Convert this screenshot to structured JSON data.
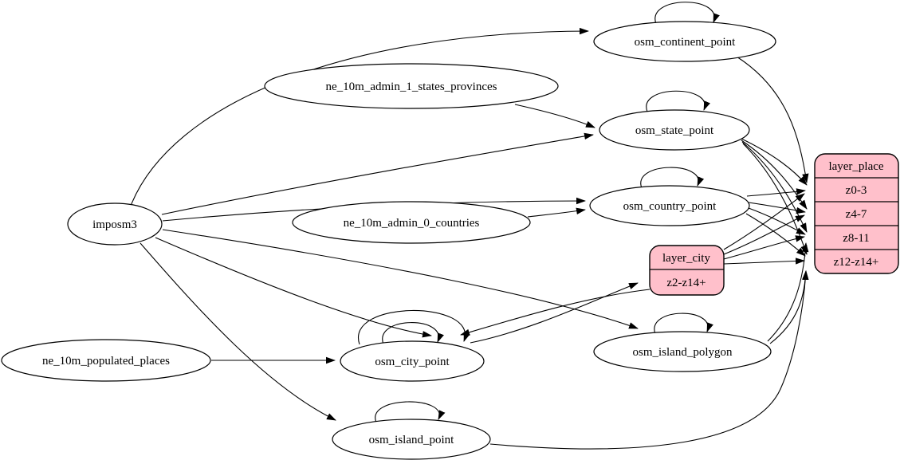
{
  "diagram": {
    "type": "etl-graph",
    "colors": {
      "background": "#ffffff",
      "node_fill": "#ffffff",
      "record_fill": "#ffc0cb",
      "stroke": "#000000"
    },
    "nodes": {
      "imposm3": "imposm3",
      "ne_10m_admin_1_states_provinces": "ne_10m_admin_1_states_provinces",
      "ne_10m_admin_0_countries": "ne_10m_admin_0_countries",
      "ne_10m_populated_places": "ne_10m_populated_places",
      "osm_continent_point": "osm_continent_point",
      "osm_state_point": "osm_state_point",
      "osm_country_point": "osm_country_point",
      "osm_city_point": "osm_city_point",
      "osm_island_polygon": "osm_island_polygon",
      "osm_island_point": "osm_island_point"
    },
    "layer_place": {
      "title": "layer_place",
      "rows": [
        "z0-3",
        "z4-7",
        "z8-11",
        "z12-z14+"
      ]
    },
    "layer_city": {
      "title": "layer_city",
      "rows": [
        "z2-z14+"
      ]
    },
    "edges": [
      {
        "from": "imposm3",
        "to": "osm_continent_point"
      },
      {
        "from": "imposm3",
        "to": "osm_state_point"
      },
      {
        "from": "imposm3",
        "to": "osm_country_point"
      },
      {
        "from": "imposm3",
        "to": "osm_city_point"
      },
      {
        "from": "imposm3",
        "to": "osm_island_point"
      },
      {
        "from": "imposm3",
        "to": "osm_island_polygon"
      },
      {
        "from": "ne_10m_admin_1_states_provinces",
        "to": "osm_state_point"
      },
      {
        "from": "ne_10m_admin_0_countries",
        "to": "osm_country_point"
      },
      {
        "from": "ne_10m_populated_places",
        "to": "osm_city_point"
      },
      {
        "from": "osm_continent_point",
        "to": "osm_continent_point"
      },
      {
        "from": "osm_state_point",
        "to": "osm_state_point"
      },
      {
        "from": "osm_country_point",
        "to": "osm_country_point"
      },
      {
        "from": "osm_city_point",
        "to": "osm_city_point"
      },
      {
        "from": "osm_city_point",
        "to": "osm_city_point"
      },
      {
        "from": "osm_island_polygon",
        "to": "osm_island_polygon"
      },
      {
        "from": "osm_island_point",
        "to": "osm_island_point"
      },
      {
        "from": "osm_continent_point",
        "to": "layer_place:z0-3"
      },
      {
        "from": "osm_state_point",
        "to": "layer_place:z0-3"
      },
      {
        "from": "osm_state_point",
        "to": "layer_place:z4-7"
      },
      {
        "from": "osm_state_point",
        "to": "layer_place:z8-11"
      },
      {
        "from": "osm_state_point",
        "to": "layer_place:z12-z14+"
      },
      {
        "from": "osm_country_point",
        "to": "layer_place:z0-3"
      },
      {
        "from": "osm_country_point",
        "to": "layer_place:z4-7"
      },
      {
        "from": "osm_country_point",
        "to": "layer_place:z8-11"
      },
      {
        "from": "osm_country_point",
        "to": "layer_place:z12-z14+"
      },
      {
        "from": "osm_island_polygon",
        "to": "layer_place:z8-11"
      },
      {
        "from": "osm_island_polygon",
        "to": "layer_place:z12-z14+"
      },
      {
        "from": "osm_island_point",
        "to": "layer_place:z12-z14+"
      },
      {
        "from": "osm_city_point",
        "to": "layer_city:z2-z14+"
      },
      {
        "from": "layer_city",
        "to": "osm_city_point"
      },
      {
        "from": "layer_city",
        "to": "layer_place:z0-3"
      },
      {
        "from": "layer_city",
        "to": "layer_place:z4-7"
      },
      {
        "from": "layer_city",
        "to": "layer_place:z8-11"
      },
      {
        "from": "layer_city",
        "to": "layer_place:z12-z14+"
      }
    ]
  }
}
